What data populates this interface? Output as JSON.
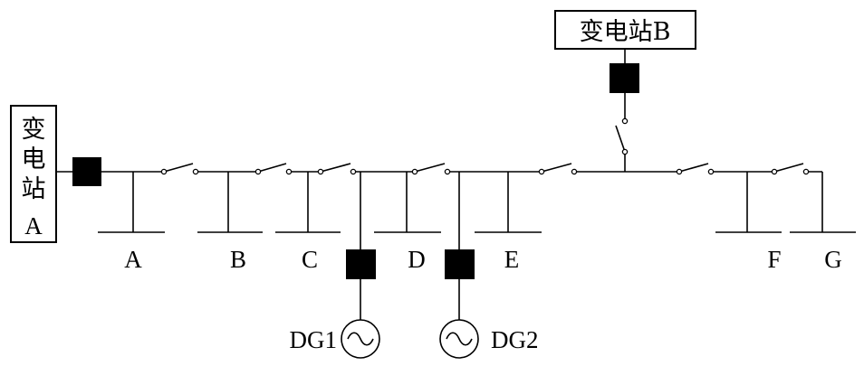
{
  "stations": {
    "a": {
      "lines": [
        "变",
        "电",
        "站",
        "A"
      ]
    },
    "b": {
      "label": "变电站B"
    }
  },
  "loads": [
    "A",
    "B",
    "C",
    "D",
    "E",
    "F",
    "G"
  ],
  "generators": [
    "DG1",
    "DG2"
  ],
  "generator_symbol": "~",
  "colors": {
    "line": "#000000",
    "background": "#ffffff"
  }
}
